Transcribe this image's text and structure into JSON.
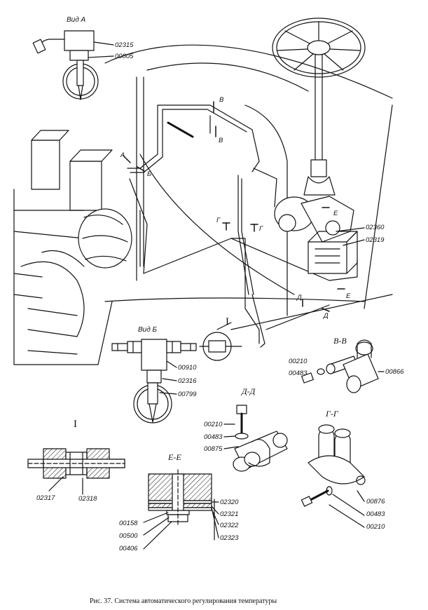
{
  "caption": "Рис. 37. Система автоматического регулирования температуры",
  "views": {
    "vid_a": "Вид А",
    "vid_b": "Вид Б",
    "roman_top": "I",
    "roman_bottom": "I",
    "sec_bb": "В-В",
    "sec_dd": "Д-Д",
    "sec_gg": "Г-Г",
    "sec_ee": "Е-Е"
  },
  "markers": {
    "a": "А",
    "b": "Б",
    "v1": "В",
    "v2": "В",
    "g1": "Г",
    "g2": "Г",
    "e1": "Е",
    "e2": "Е",
    "d1": "Д",
    "d2": "Д"
  },
  "parts": {
    "p02315": "02315",
    "p00805": "00805",
    "p02360": "02360",
    "p02319": "02319",
    "p00910": "00910",
    "p02316": "02316",
    "p00799": "00799",
    "p00210a": "00210",
    "p00483a": "00483",
    "p00866": "00866",
    "p00210b": "00210",
    "p00483b": "00483",
    "p00875": "00875",
    "p02317": "02317",
    "p02318": "02318",
    "p02320": "02320",
    "p02321": "02321",
    "p02322": "02322",
    "p02323": "02323",
    "p00158": "00158",
    "p00500": "00500",
    "p00406": "00406",
    "p00876": "00876",
    "p00483c": "00483",
    "p00210c": "00210"
  }
}
